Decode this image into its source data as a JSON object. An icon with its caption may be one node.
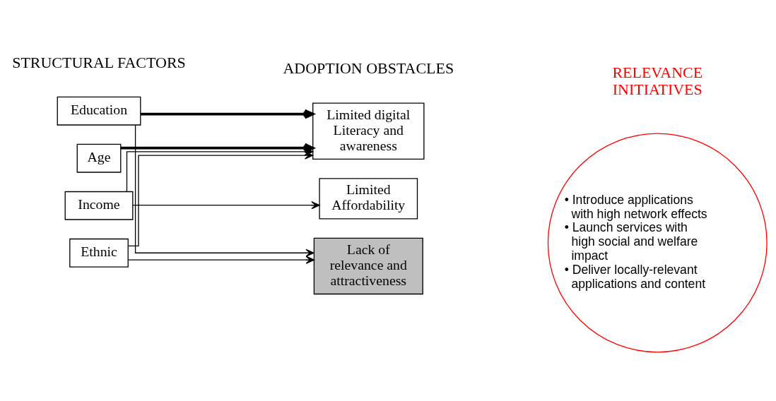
{
  "diagram": {
    "nodes": [
      {
        "text": [
          "Education"
        ]
      },
      {
        "text": [
          "Age"
        ]
      },
      {
        "text": [
          "Income"
        ]
      },
      {
        "text": [
          "Ethnic"
        ]
      },
      {
        "text": [
          "Limited digital Literacy and awareness"
        ]
      },
      {
        "text": [
          "Limited Affordability"
        ]
      },
      {
        "text": [
          "Lack of relevance and attractiveness"
        ]
      },
      {
        "text": [
          "• Introduce applications with high network effects",
          "• Launch services with high social and welfare impact",
          "• Deliver locally-relevant applications and content"
        ]
      }
    ],
    "edges": [
      {
        "from": 0,
        "to": 4,
        "arrow": "to",
        "style": "thick"
      },
      {
        "from": 0,
        "to": 6,
        "arrow": "to"
      },
      {
        "from": 3,
        "to": 4,
        "arrow": "to"
      },
      {
        "from": 1,
        "to": 4,
        "arrow": "to",
        "style": "thick"
      },
      {
        "from": 2,
        "to": 4,
        "arrow": "to"
      },
      {
        "from": 2,
        "to": 5,
        "arrow": "to"
      },
      {
        "from": 3,
        "to": 6,
        "arrow": "to"
      }
    ],
    "labels": [
      "STRUCTURAL FACTORS",
      "ADOPTION OBSTACLES",
      "RELEVANCE INITIATIVES"
    ]
  }
}
